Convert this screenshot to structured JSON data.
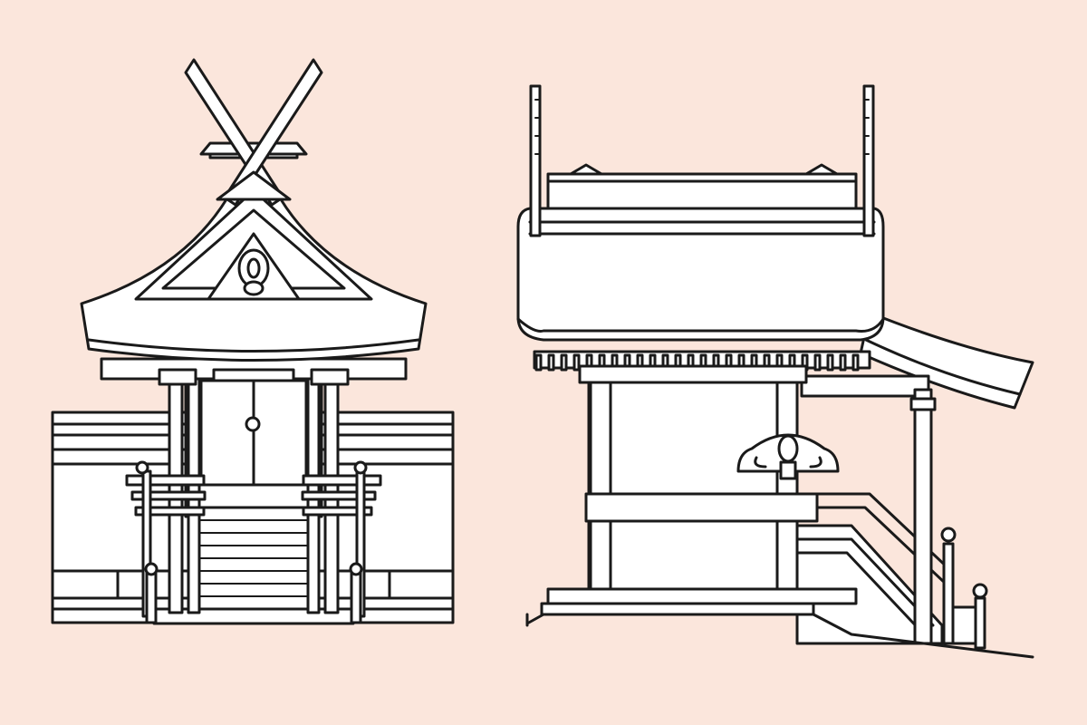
{
  "scene": {
    "description_visible_text": "",
    "colors": {
      "background": "#fbe6dc",
      "line": "#1a1a1a",
      "fill": "#ffffff"
    },
    "illustrations": [
      {
        "id": "shrine-front-view",
        "icon": "shrine-front-elevation"
      },
      {
        "id": "shrine-side-view",
        "icon": "shrine-side-elevation"
      }
    ]
  }
}
